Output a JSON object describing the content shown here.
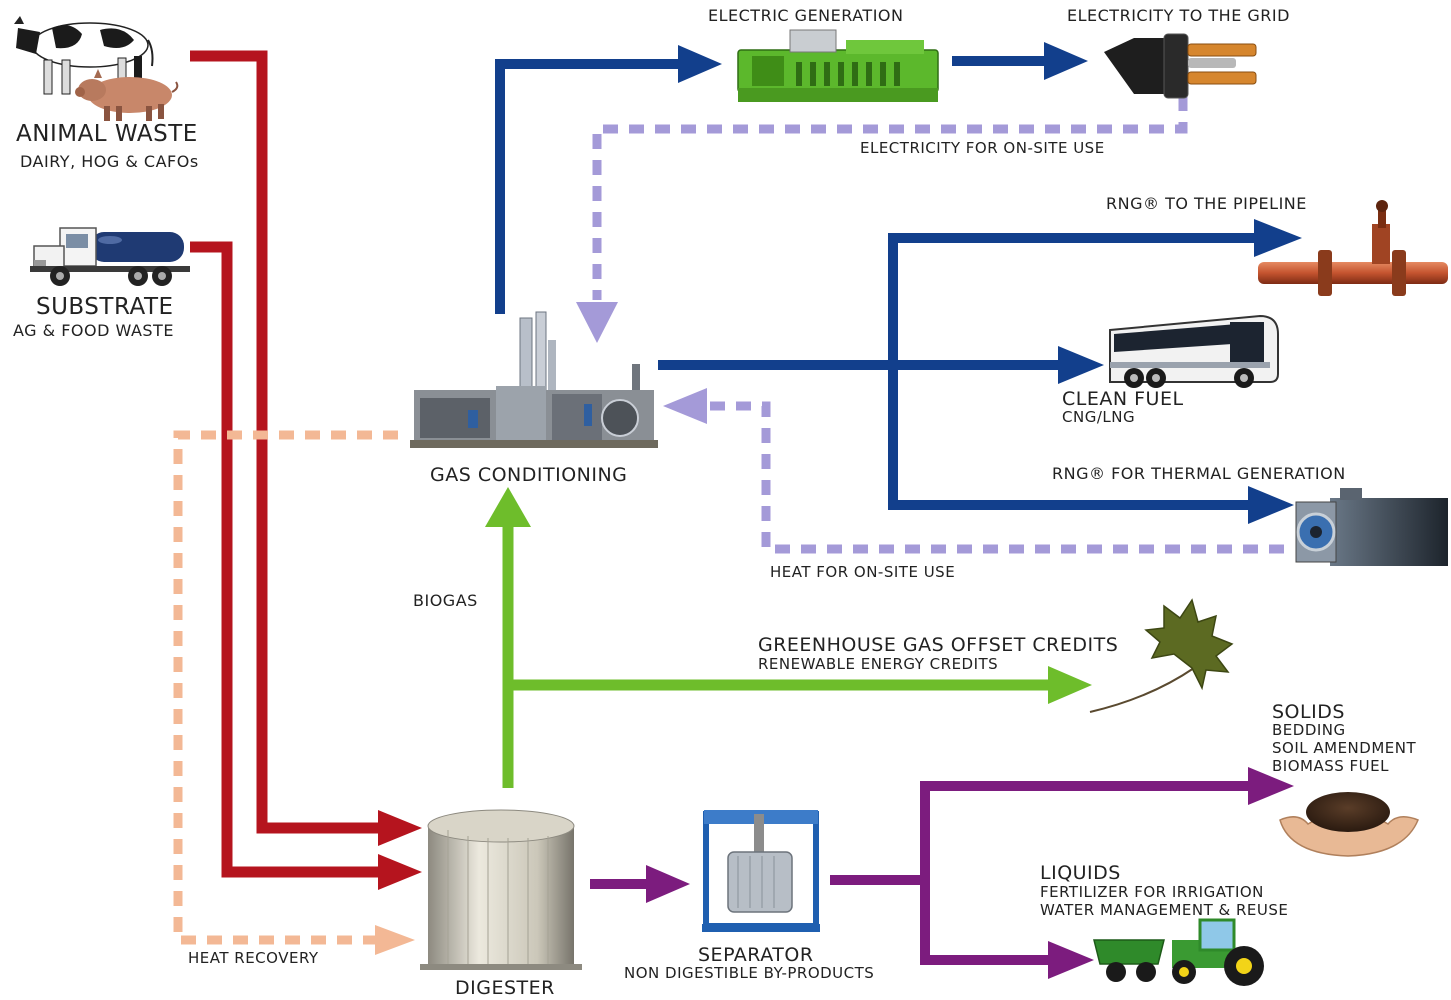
{
  "colors": {
    "feedstock": "#b5141e",
    "biogas": "#6ebd2b",
    "gas": "#123f8c",
    "onsite": "#a49ad8",
    "heat": "#f3b895",
    "digestate": "#7c1c7e"
  },
  "sources": {
    "animal_waste": {
      "title": "ANIMAL WASTE",
      "subtitle": "DAIRY, HOG & CAFOs"
    },
    "substrate": {
      "title": "SUBSTRATE",
      "subtitle": "AG & FOOD WASTE"
    }
  },
  "nodes": {
    "gas_conditioning": "GAS CONDITIONING",
    "digester": "DIGESTER",
    "separator": {
      "title": "SEPARATOR",
      "subtitle": "NON DIGESTIBLE BY-PRODUCTS"
    },
    "electric_generation": "ELECTRIC GENERATION",
    "electricity_grid": "ELECTRICITY TO THE GRID",
    "rng_pipeline": "RNG® TO THE PIPELINE",
    "clean_fuel": {
      "title": "CLEAN FUEL",
      "subtitle": "CNG/LNG"
    },
    "rng_thermal": "RNG® FOR THERMAL GENERATION",
    "ghg_credits": {
      "title": "GREENHOUSE GAS OFFSET CREDITS",
      "subtitle": "RENEWABLE ENERGY CREDITS"
    },
    "solids": {
      "title": "SOLIDS",
      "items": [
        "BEDDING",
        "SOIL AMENDMENT",
        "BIOMASS FUEL"
      ]
    },
    "liquids": {
      "title": "LIQUIDS",
      "items": [
        "FERTILIZER FOR IRRIGATION",
        "WATER MANAGEMENT & REUSE"
      ]
    }
  },
  "flows": {
    "electricity_onsite": "ELECTRICITY FOR ON-SITE USE",
    "heat_onsite": "HEAT FOR ON-SITE USE",
    "biogas": "BIOGAS",
    "heat_recovery": "HEAT RECOVERY"
  }
}
